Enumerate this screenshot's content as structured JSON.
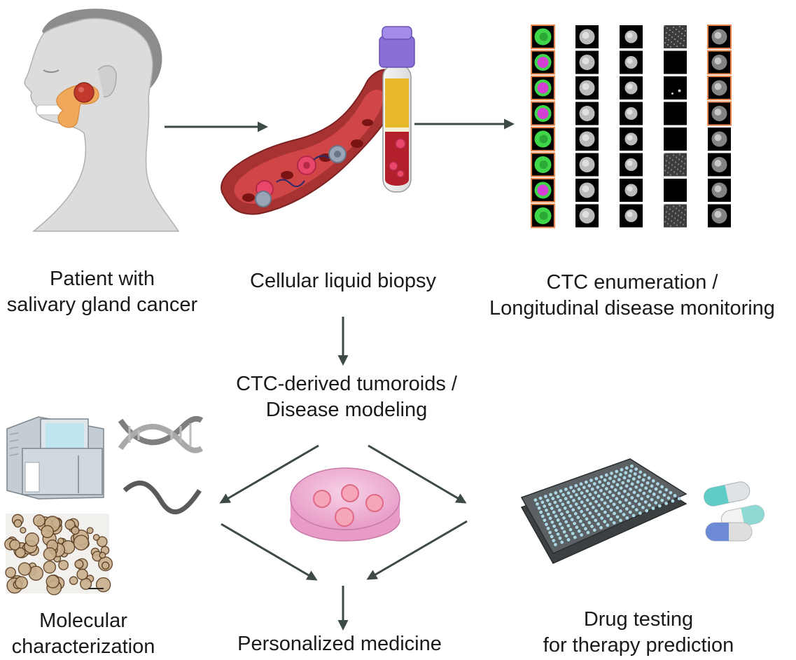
{
  "labels": {
    "patient": [
      "Patient with",
      "salivary gland cancer"
    ],
    "biopsy": "Cellular liquid biopsy",
    "ctc_enumeration": [
      "CTC enumeration /",
      "Longitudinal disease monitoring"
    ],
    "tumoroids": [
      "CTC-derived tumoroids /",
      "Disease modeling"
    ],
    "molecular": [
      "Molecular",
      "characterization"
    ],
    "personalized": "Personalized medicine",
    "drug_testing": [
      "Drug testing",
      "for therapy prediction"
    ]
  },
  "colors": {
    "arrow": "#3d4a48",
    "text": "#1a1a1a",
    "skin": "#d6d6d6",
    "skin_outline": "#a9a9a9",
    "gland": "#f0a95a",
    "tumor": "#c0392b",
    "vessel": "#a63232",
    "vessel_inner": "#d04545",
    "tube_cap": "#8a6fd8",
    "plasma": "#e8b92a",
    "blood": "#b3202c",
    "ctc_green": "#3fd64a",
    "ctc_magenta": "#d43fd4",
    "ctc_border": "#e8874d",
    "dish": "#f1b8da",
    "organoid": "#f6a7b7",
    "plate": "#4a4f51",
    "well": "#a9d8e4",
    "capsule_teal": "#5fcdc6",
    "capsule_blue": "#6d8ad6"
  },
  "ctc_grid": {
    "rows": 8,
    "columns": [
      "merge",
      "channel-2",
      "channel-3",
      "channel-4",
      "brightfield"
    ],
    "highlighted_rows_last_column": [
      0,
      1,
      2,
      3
    ],
    "merge_colors": [
      "green",
      "magenta",
      "magenta",
      "magenta",
      "green",
      "green",
      "magenta",
      "green"
    ]
  }
}
